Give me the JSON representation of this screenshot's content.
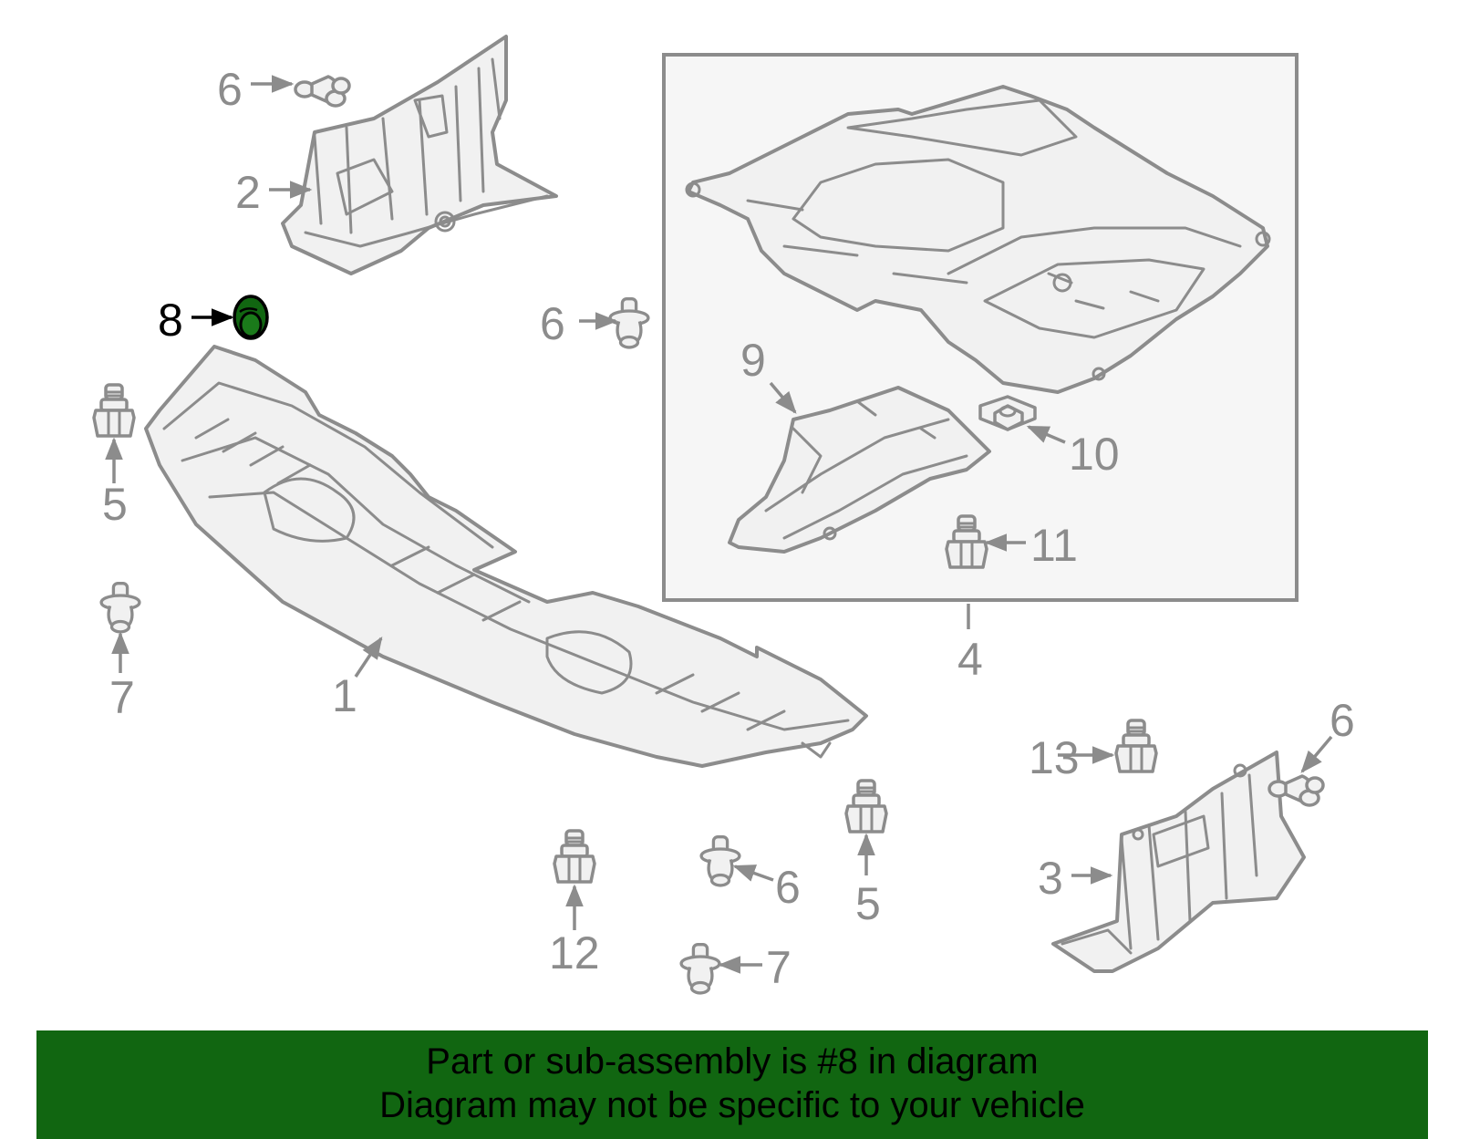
{
  "colors": {
    "line": "#8c8c8c",
    "highlight": "#116611",
    "banner_bg": "#116611",
    "banner_text": "#000000",
    "box_fill": "#f6f6f6"
  },
  "callouts": {
    "c1": "1",
    "c2": "2",
    "c3": "3",
    "c4": "4",
    "c5a": "5",
    "c5b": "5",
    "c6a": "6",
    "c6b": "6",
    "c6c": "6",
    "c6d": "6",
    "c7a": "7",
    "c7b": "7",
    "c8": "8",
    "c9": "9",
    "c10": "10",
    "c11": "11",
    "c12": "12",
    "c13": "13"
  },
  "highlighted_part": "8",
  "banner": {
    "line1": "Part or sub-assembly is #8 in diagram",
    "line2": "Diagram may not be specific to your vehicle"
  }
}
